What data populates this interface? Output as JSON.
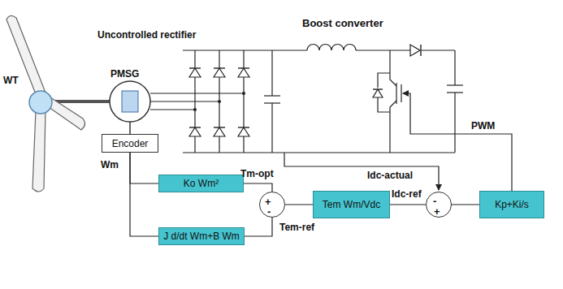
{
  "diagram": {
    "nodes": [
      {
        "text": [
          "Encoder"
        ]
      },
      {
        "text": [
          "Ko Wm²"
        ]
      },
      {
        "text": [
          "J d/dt Wm+B Wm"
        ]
      },
      {
        "text": [
          "+",
          "-"
        ]
      },
      {
        "text": [
          "Tem Wm/Vdc"
        ]
      },
      {
        "text": [
          "-",
          "+"
        ]
      },
      {
        "text": [
          "Kp+Ki/s"
        ]
      }
    ],
    "edges": [
      {
        "from": 0,
        "to": 1,
        "arrow": "none"
      },
      {
        "from": 0,
        "to": 2,
        "arrow": "none"
      },
      {
        "from": 1,
        "to": 3,
        "arrow": "none"
      },
      {
        "from": 2,
        "to": 3,
        "arrow": "none"
      },
      {
        "from": 3,
        "to": 4,
        "arrow": "none"
      },
      {
        "from": 4,
        "to": 5,
        "arrow": "none"
      },
      {
        "from": 5,
        "to": 6,
        "arrow": "none"
      }
    ],
    "labels": [
      "WT",
      "PMSG",
      "Uncontrolled rectifier",
      "Boost converter",
      "Wm",
      "Tm-opt",
      "Tem-ref",
      "Idc-ref",
      "Idc-actual",
      "PWM"
    ]
  }
}
